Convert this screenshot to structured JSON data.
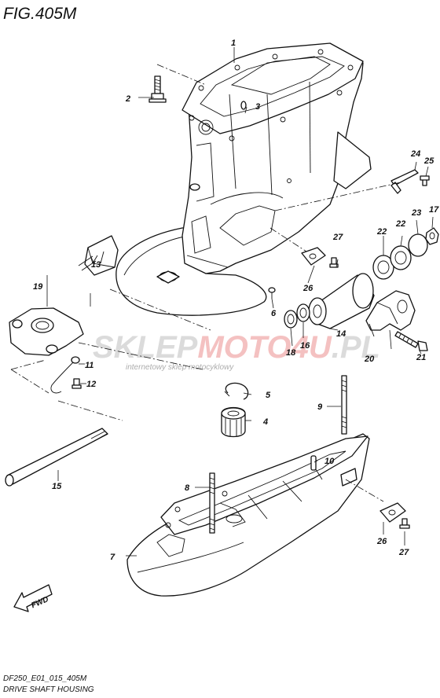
{
  "figure": {
    "title": "FIG.405M"
  },
  "footer": {
    "code": "DF250_E01_015_405M",
    "caption": "DRIVE SHAFT HOUSING"
  },
  "watermark": {
    "part1": "SKLEP",
    "part2": "MOTO",
    "part3": "4U",
    "part4": ".PL",
    "tagline": "internetowy sklep motocyklowy",
    "color_gray": "#9a9a9a",
    "color_red": "#e05050"
  },
  "direction_badge": {
    "label": "FWD"
  },
  "callouts": {
    "c1": "1",
    "c2": "2",
    "c3": "3",
    "c4": "4",
    "c5": "5",
    "c6": "6",
    "c7": "7",
    "c8": "8",
    "c9": "9",
    "c10": "10",
    "c11": "11",
    "c12": "12",
    "c13": "13",
    "c14": "14",
    "c15": "15",
    "c16": "16",
    "c17": "17",
    "c18": "18",
    "c19": "19",
    "c20": "20",
    "c21": "21",
    "c22a": "22",
    "c22b": "22",
    "c23": "23",
    "c24": "24",
    "c25": "25",
    "c26a": "26",
    "c26b": "26",
    "c27a": "27",
    "c27b": "27"
  }
}
